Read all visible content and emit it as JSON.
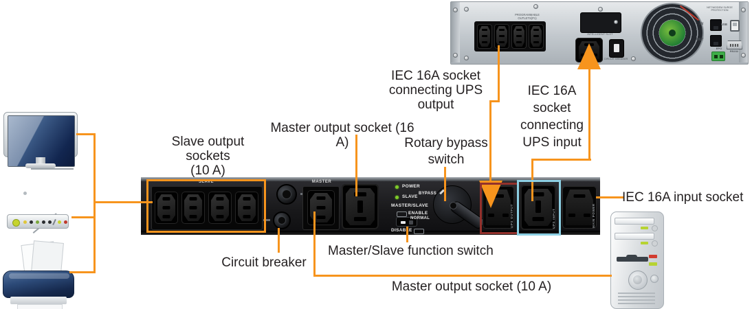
{
  "colors": {
    "accent": "#F7941D",
    "ups_output_box": "#93312C",
    "ups_input_box": "#8CCFE3",
    "led_green": "#7ECB29"
  },
  "labels": {
    "slave_sockets_1": "Slave output sockets",
    "slave_sockets_2": "(10 A)",
    "master_16": "Master output socket (16 A)",
    "rotary_1": "Rotary bypass",
    "rotary_2": "switch",
    "ups_output_1": "IEC 16A socket",
    "ups_output_2": "connecting UPS output",
    "ups_input_1": "IEC 16A",
    "ups_input_2": "socket",
    "ups_input_3": "connecting",
    "ups_input_4": "UPS input",
    "input_socket": "IEC 16A input socket",
    "circuit_breaker": "Circuit breaker",
    "ms_switch": "Master/Slave function switch",
    "master_10": "Master output socket (10 A)"
  },
  "rack": {
    "slave_group": "SLAVE",
    "master_group": "MASTER",
    "led_power": "POWER",
    "led_slave": "SLAVE",
    "ms_title": "MASTER/SLAVE",
    "enable": "ENABLE",
    "disable": "DISABLE",
    "bypass": "BYPASS",
    "normal": "NORMAL",
    "ups_output_vert": "UPS OUTPUT",
    "ups_input_vert": "UPS INPUT",
    "main_power_vert": "MAIN POWER"
  },
  "ups": {
    "programmable": "PROGRAMMABLE OUTLETS(P1)",
    "intelligent_slot": "INTELLIGENT SLOT",
    "circuit_breaker": "CIRCUIT BREAKER",
    "surge_1": "NET/MODEM SURGE",
    "surge_2": "PROTECTION",
    "port_in": "IN",
    "port_out": "OUT",
    "port_usb": "USB",
    "port_rs232": "RS232",
    "port_epo": "EPO"
  }
}
